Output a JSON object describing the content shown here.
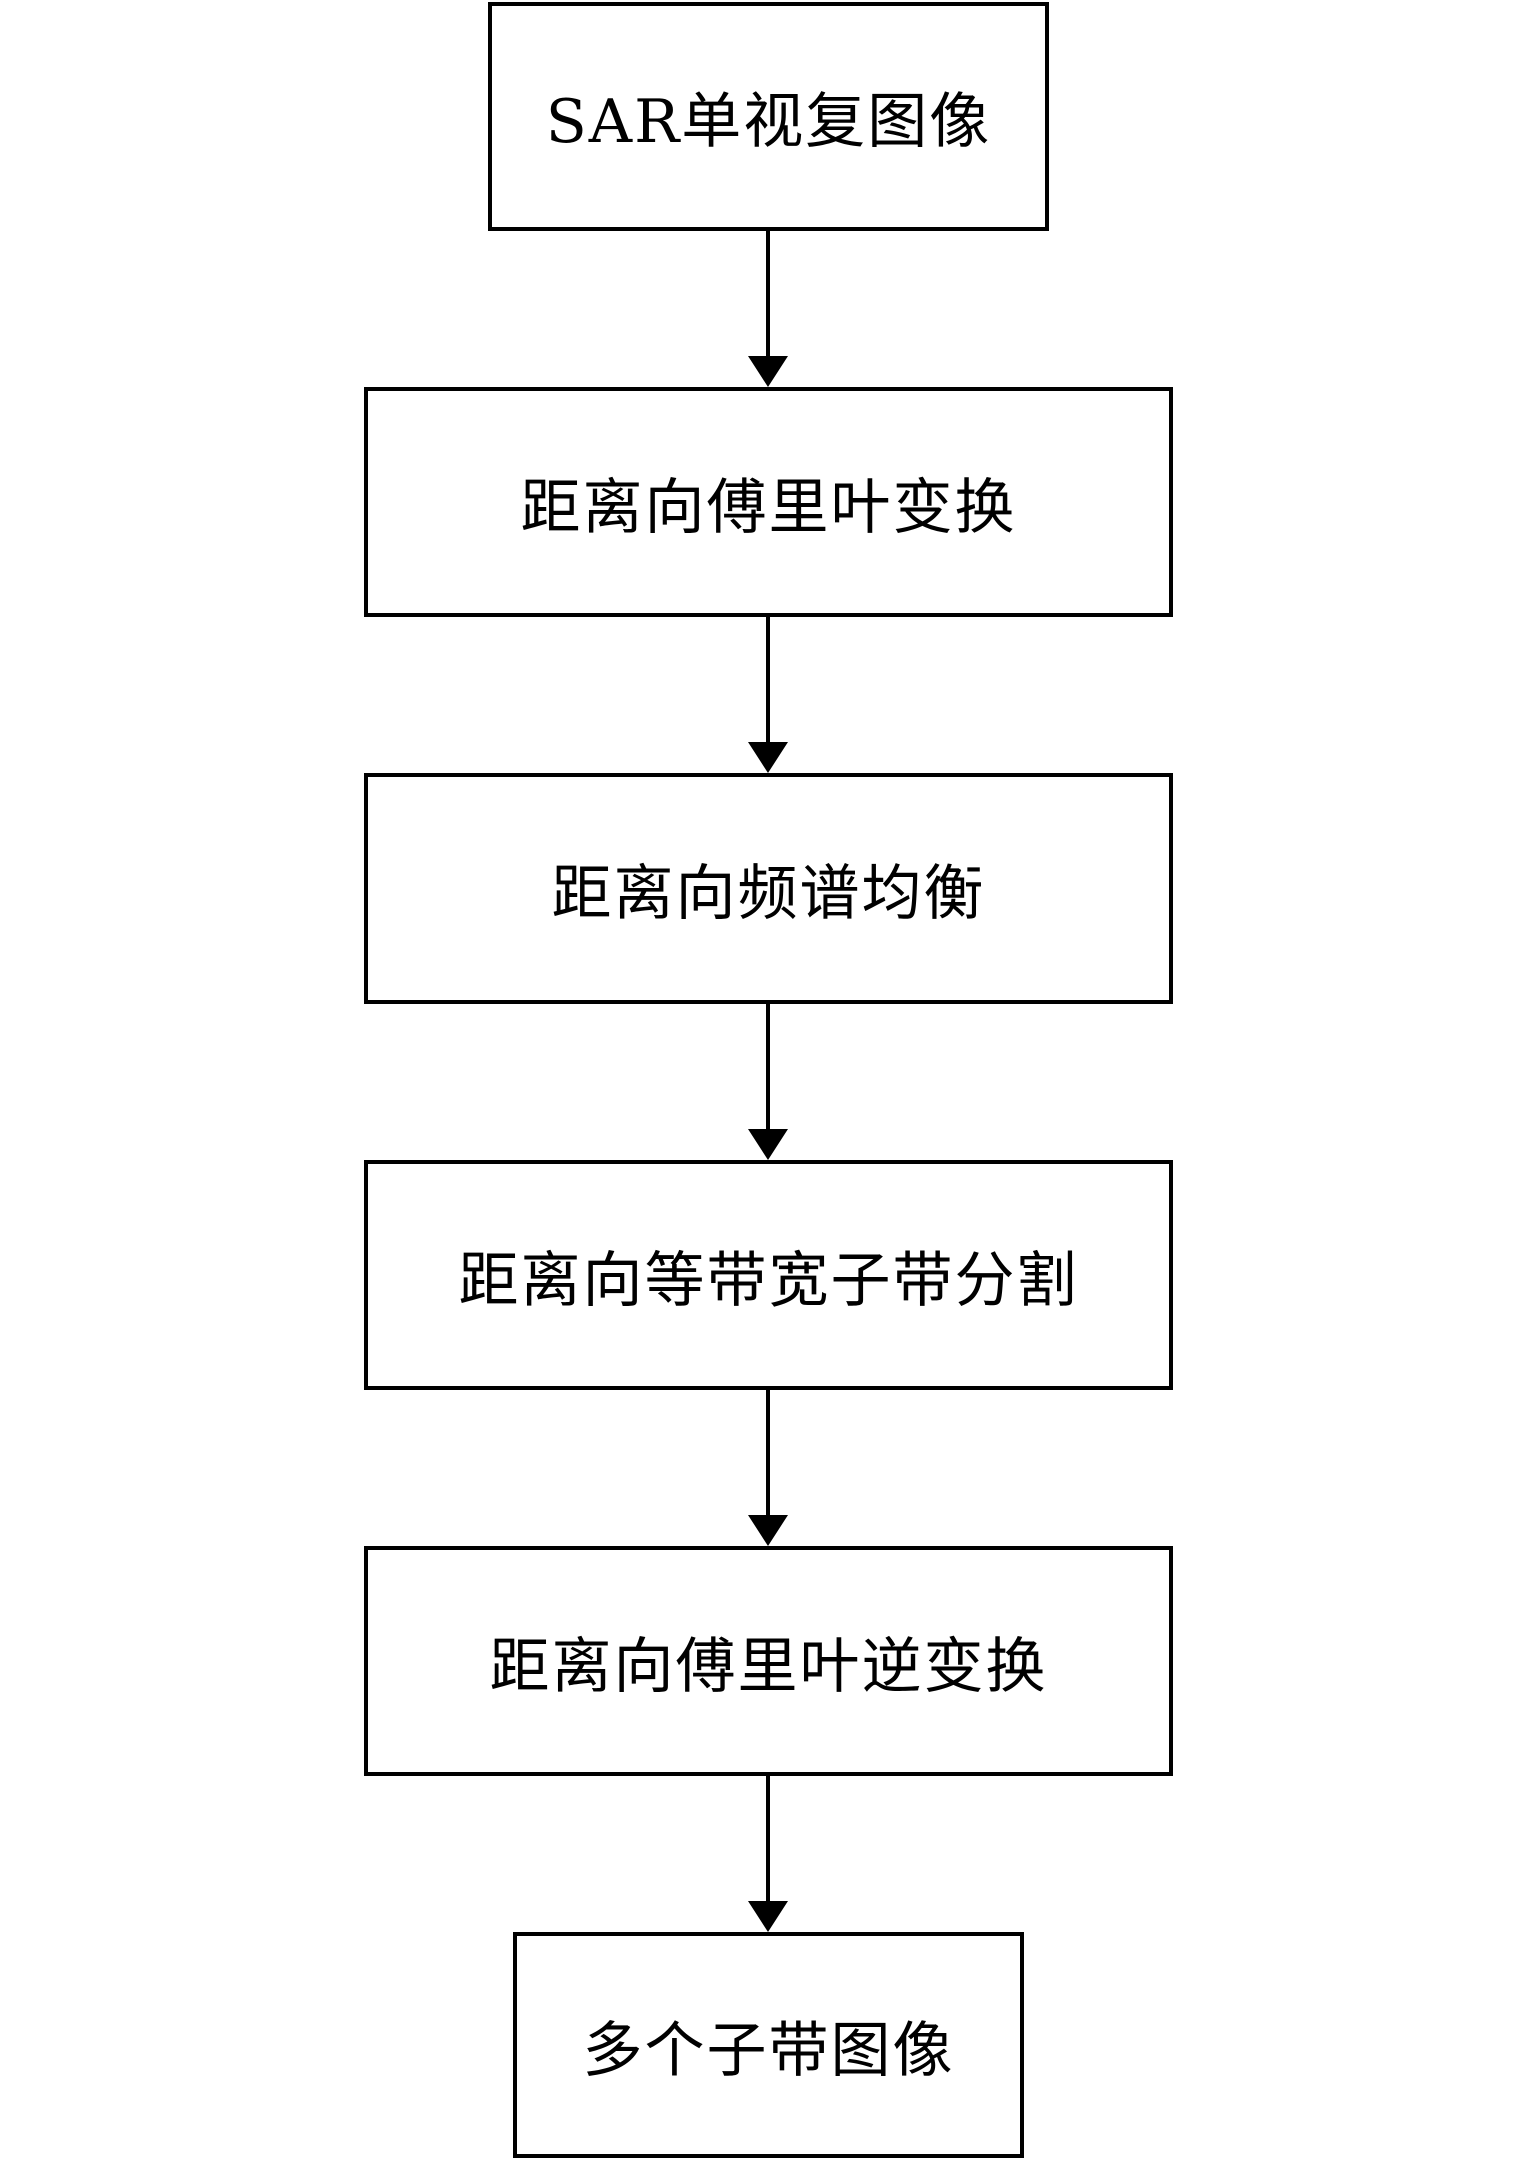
{
  "flowchart": {
    "steps": [
      {
        "label": "SAR单视复图像"
      },
      {
        "label": "距离向傅里叶变换"
      },
      {
        "label": "距离向频谱均衡"
      },
      {
        "label": "距离向等带宽子带分割"
      },
      {
        "label": "距离向傅里叶逆变换"
      },
      {
        "label": "多个子带图像"
      }
    ]
  }
}
